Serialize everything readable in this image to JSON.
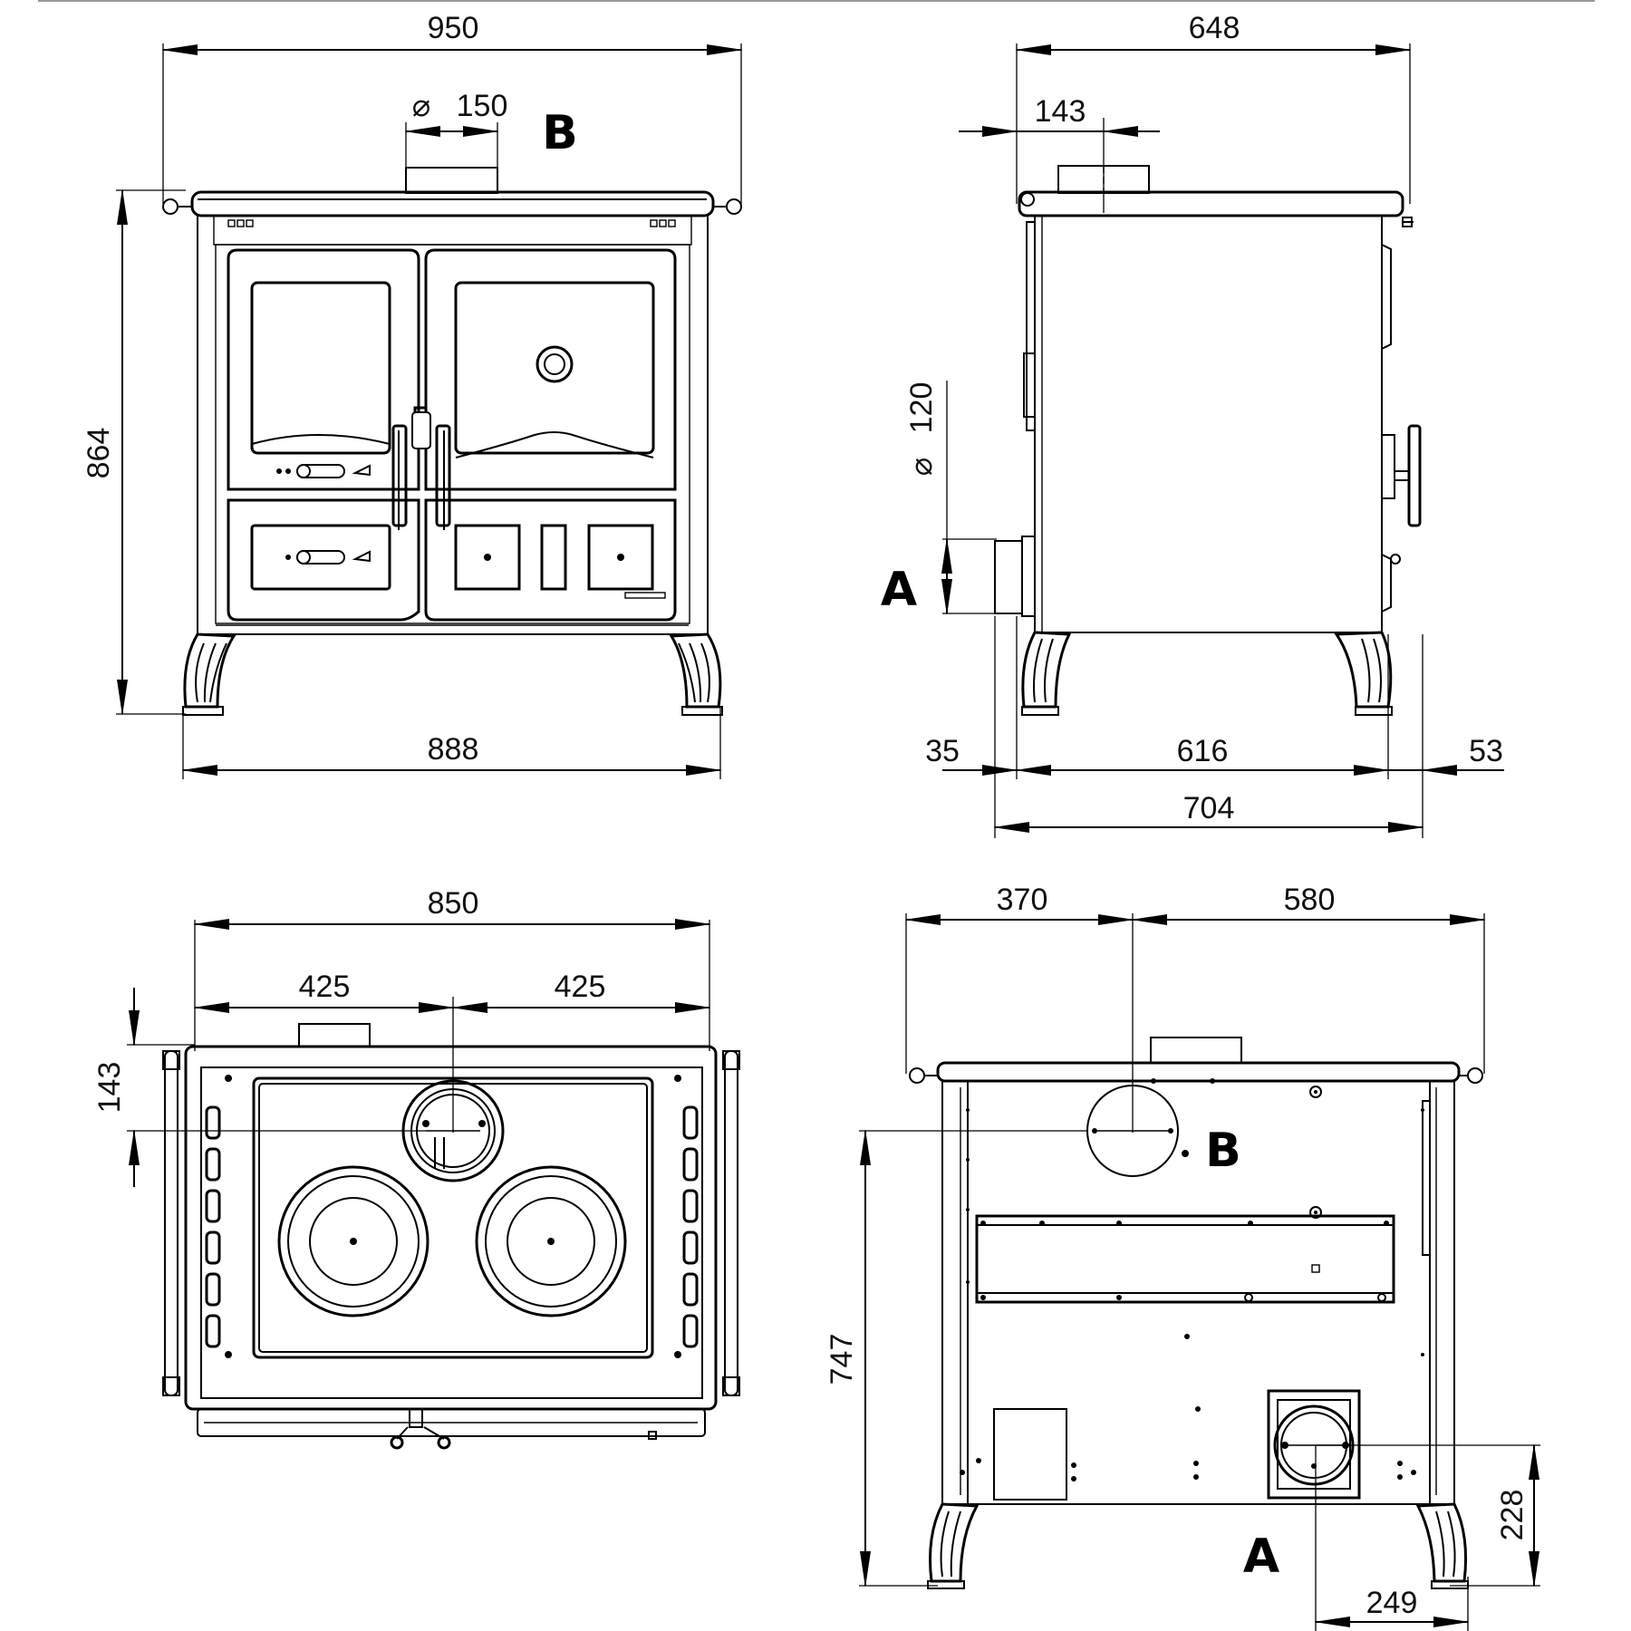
{
  "views": {
    "front": {
      "width_top": "950",
      "flue_diameter": "150",
      "flue_label": "B",
      "diameter_symbol": "⌀",
      "height": "864",
      "width_base": "888"
    },
    "side": {
      "depth_top": "648",
      "flue_offset": "143",
      "air_inlet_diameter": "120",
      "air_inlet_label": "A",
      "diameter_symbol": "⌀",
      "rear_overhang": "35",
      "base_depth": "616",
      "front_overhang": "53",
      "total_depth": "704"
    },
    "top": {
      "width": "850",
      "half_left": "425",
      "half_right": "425",
      "flue_offset": "143"
    },
    "rear": {
      "left_offset": "370",
      "right_offset": "580",
      "flue_label": "B",
      "flue_height": "747",
      "inlet_label": "A",
      "inlet_height": "228",
      "inlet_offset": "249"
    }
  }
}
